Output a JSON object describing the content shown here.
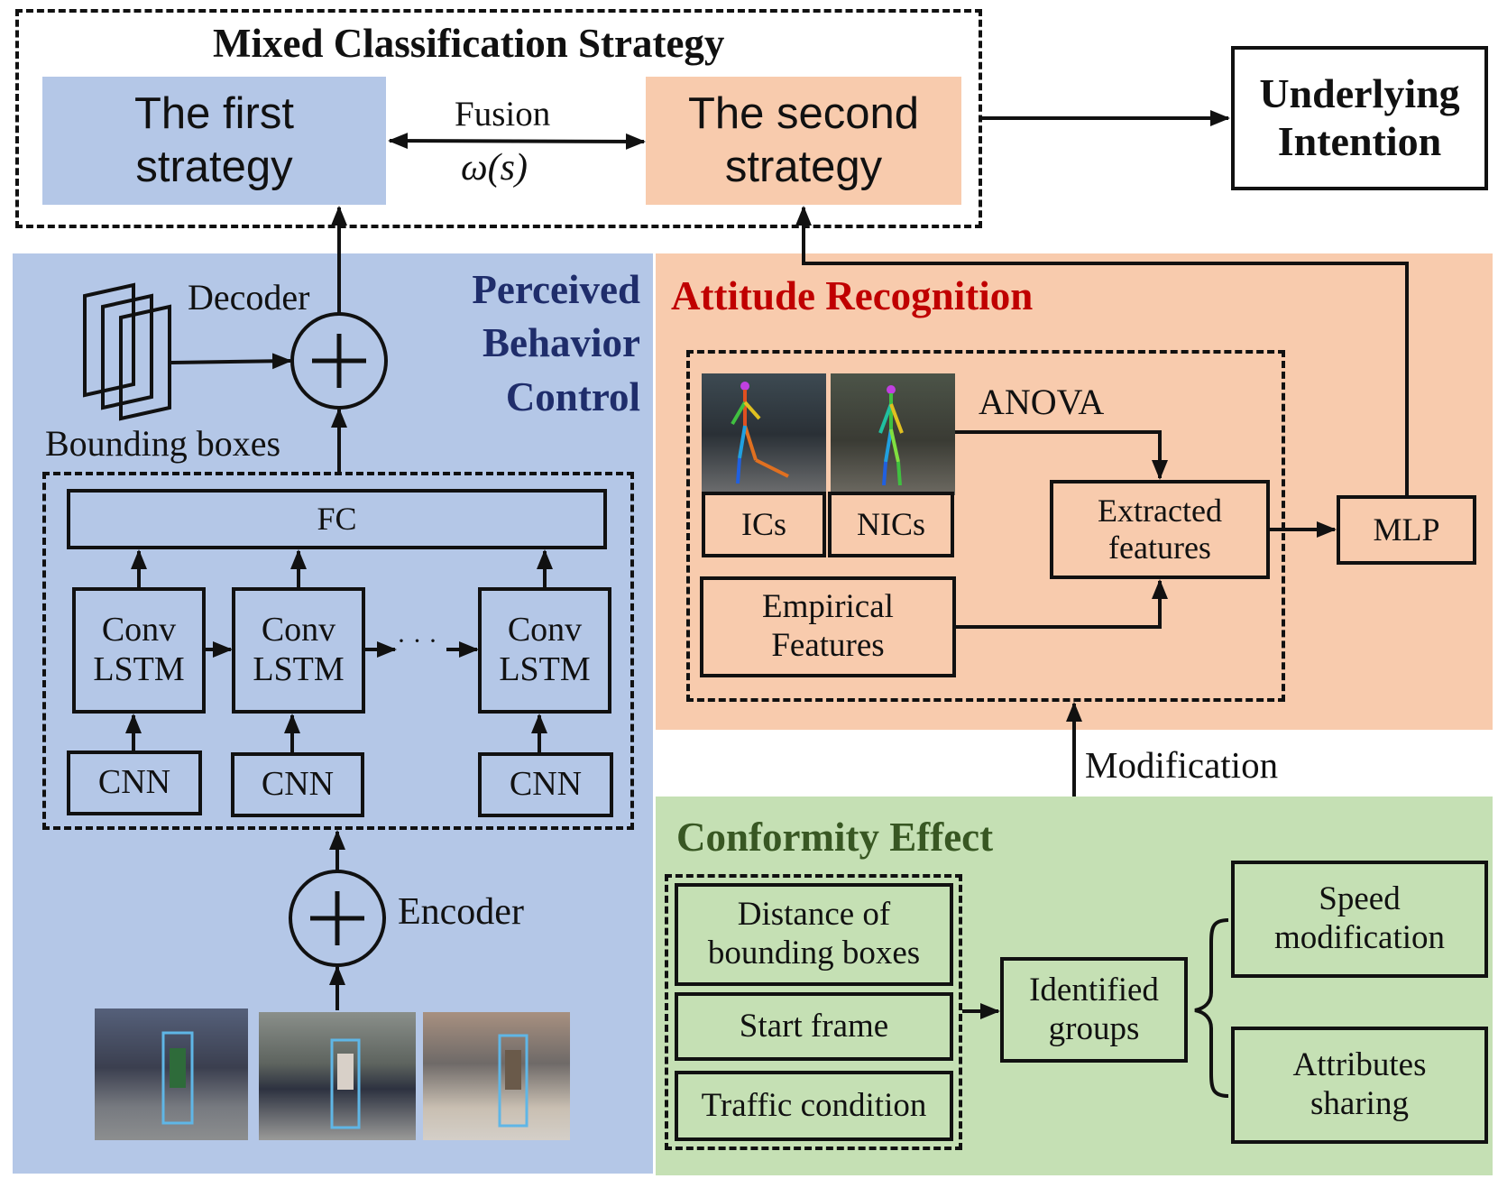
{
  "mixed": {
    "title": "Mixed Classification Strategy",
    "first": "The first\nstrategy",
    "second": "The second\nstrategy",
    "fusion": "Fusion",
    "omega": "ω(s)"
  },
  "intention": "Underlying\nIntention",
  "pbc": {
    "title": "Perceived\nBehavior\nControl",
    "decoder": "Decoder",
    "bbox_label": "Bounding boxes",
    "fc": "FC",
    "conv1": "Conv\nLSTM",
    "conv2": "Conv\nLSTM",
    "conv3": "Conv\nLSTM",
    "dots": "· · ·",
    "cnn1": "CNN",
    "cnn2": "CNN",
    "cnn3": "CNN",
    "encoder": "Encoder"
  },
  "attitude": {
    "title": "Attitude Recognition",
    "anova": "ANOVA",
    "ics": "ICs",
    "nics": "NICs",
    "extracted": "Extracted\nfeatures",
    "empirical": "Empirical\nFeatures",
    "mlp": "MLP"
  },
  "modification": "Modification",
  "conformity": {
    "title": "Conformity Effect",
    "distance": "Distance of\nbounding boxes",
    "start": "Start frame",
    "traffic": "Traffic condition",
    "groups": "Identified\ngroups",
    "speed": "Speed\nmodification",
    "attributes": "Attributes\nsharing"
  },
  "colors": {
    "blue_panel": "#b4c7e7",
    "orange_panel": "#f8cbad",
    "green_panel": "#c5e0b4",
    "attitude_title": "#c00000",
    "pbc_title": "#1f2d6b",
    "conformity_title": "#385723"
  }
}
